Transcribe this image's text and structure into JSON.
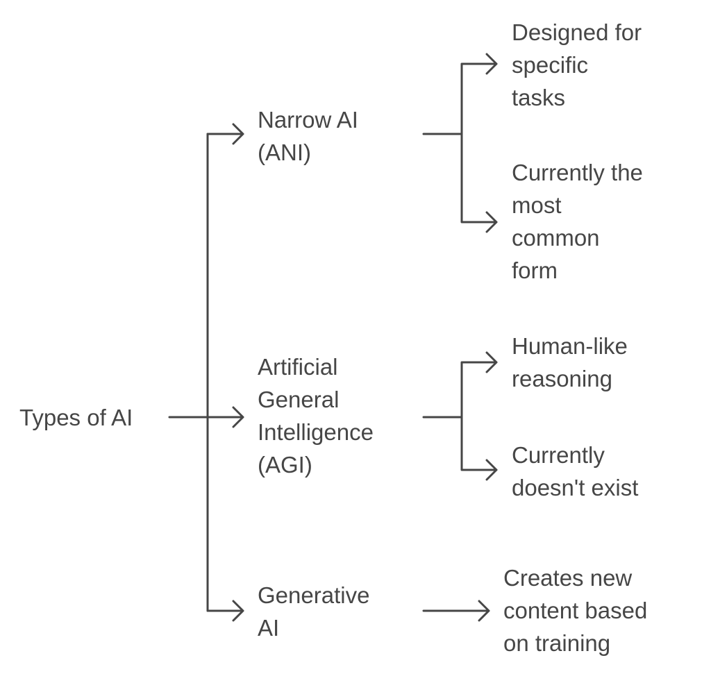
{
  "root": {
    "label": "Types of AI"
  },
  "branches": [
    {
      "lines": [
        "Narrow AI",
        "(ANI)"
      ],
      "children": [
        {
          "lines": [
            "Designed for",
            "specific",
            "tasks"
          ]
        },
        {
          "lines": [
            "Currently the",
            "most",
            "common",
            "form"
          ]
        }
      ]
    },
    {
      "lines": [
        "Artificial",
        "General",
        "Intelligence",
        "(AGI)"
      ],
      "children": [
        {
          "lines": [
            "Human-like",
            "reasoning"
          ]
        },
        {
          "lines": [
            "Currently",
            "doesn't exist"
          ]
        }
      ]
    },
    {
      "lines": [
        "Generative",
        "AI"
      ],
      "children": [
        {
          "lines": [
            "Creates new",
            "content based",
            "on training"
          ]
        }
      ]
    }
  ]
}
